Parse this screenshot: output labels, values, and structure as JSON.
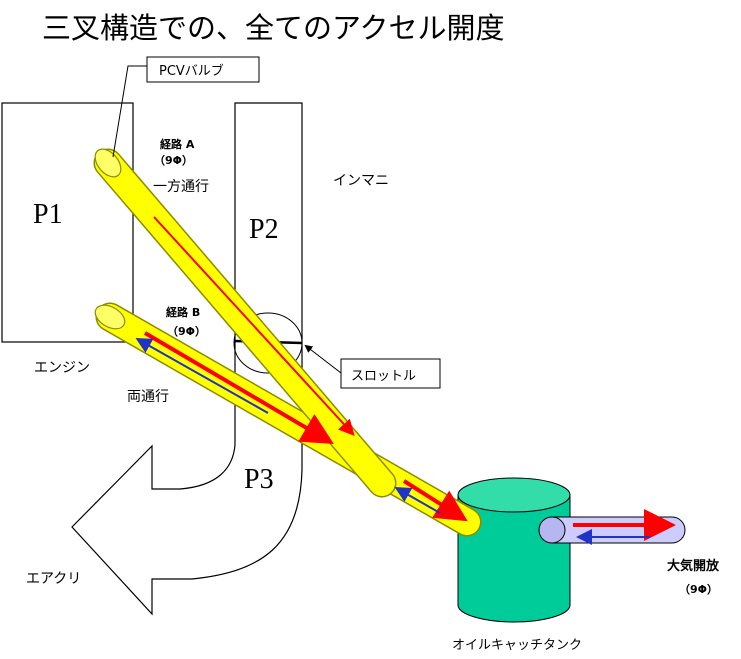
{
  "title": "三叉構造での、全てのアクセル開度",
  "labels": {
    "p1": "P1",
    "p2": "P2",
    "p3": "P3",
    "engine": "エンジン",
    "intake_manifold": "インマニ",
    "air_cleaner": "エアクリ",
    "catch_tank": "オイルキャッチタンク",
    "route_a": "経路 A",
    "route_a_size": "（9Φ）",
    "one_way": "一方通行",
    "route_b": "経路 B",
    "route_b_size": "（9Φ）",
    "two_way": "両通行",
    "atmosphere": "大気開放",
    "atmosphere_size": "（9Φ）"
  },
  "callouts": {
    "pcv_valve": "PCVバルブ",
    "throttle": "スロットル"
  },
  "colors": {
    "pipe_fill": "#ffff00",
    "pipe_stroke": "#8c8c00",
    "flow_red": "#ff0000",
    "flow_blue": "#1f33c8",
    "tank_fill": "#00cc99",
    "tank_top": "#33ddaa",
    "vent_fill": "#ccccff"
  }
}
